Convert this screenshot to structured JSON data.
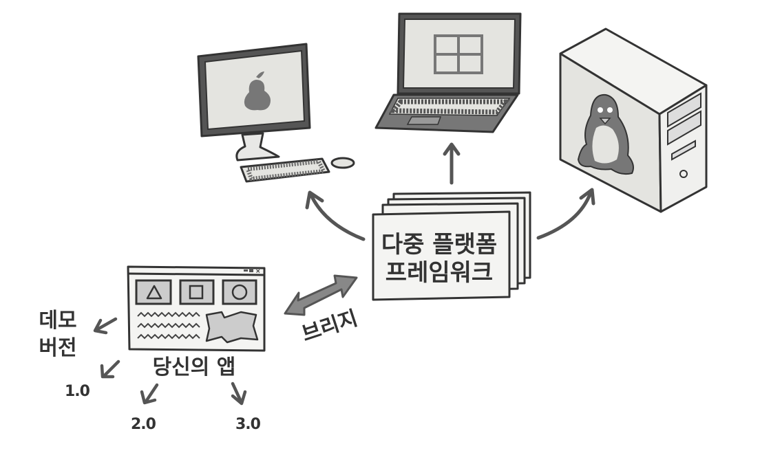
{
  "framework": {
    "line1": "다중 플랫폼",
    "line2": "프레임워크"
  },
  "bridge_label": "브리지",
  "app_label": "당신의 앱",
  "demo_label": {
    "line1": "데모",
    "line2": "버전"
  },
  "versions": [
    "1.0",
    "2.0",
    "3.0"
  ],
  "platforms": [
    "mac-computer",
    "windows-laptop",
    "linux-tower"
  ],
  "colors": {
    "ink": "#333333",
    "screen": "#e4e4e0",
    "fill": "#f4f4f2",
    "gray": "#777777",
    "arrow": "#555555"
  }
}
